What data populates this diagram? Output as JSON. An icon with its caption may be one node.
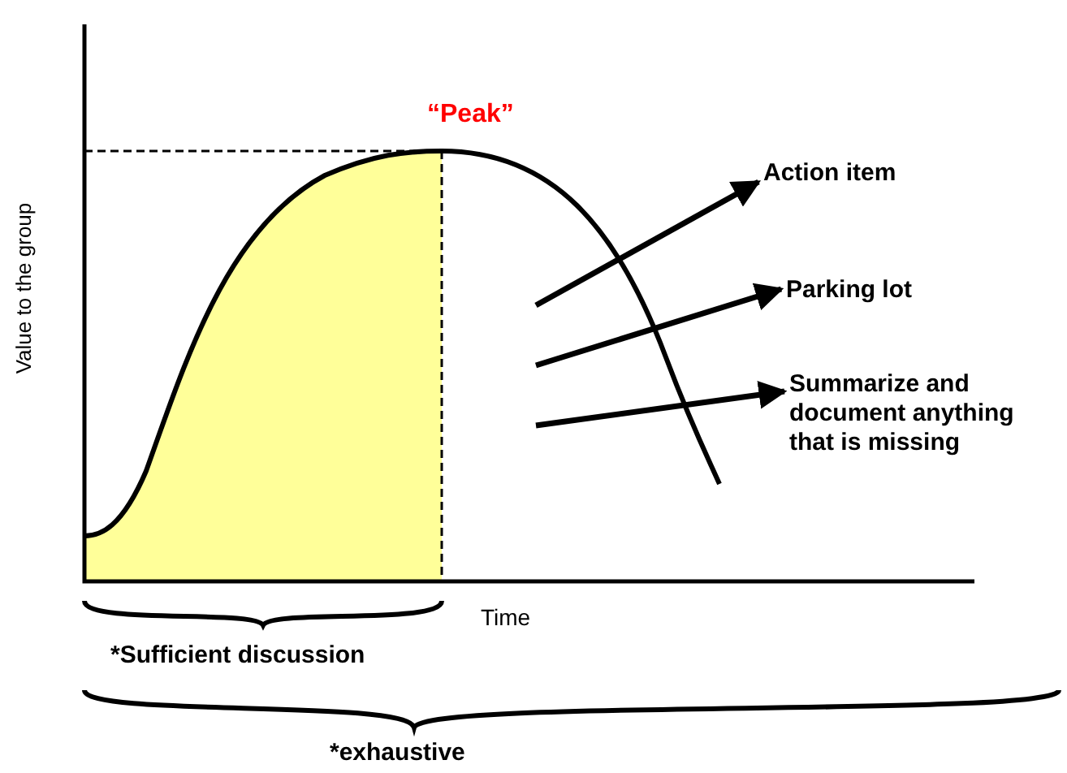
{
  "diagram": {
    "nodes": [
      {
        "text": [
          "Action item"
        ]
      },
      {
        "text": [
          "Parking lot"
        ]
      },
      {
        "text": [
          "Summarize and document anything that is missing"
        ]
      }
    ],
    "edges": [
      {
        "from": null,
        "to": 0,
        "arrow": "to"
      },
      {
        "from": null,
        "to": 1,
        "arrow": "to"
      },
      {
        "from": null,
        "to": 2,
        "arrow": "to"
      }
    ],
    "labels": [
      "“Peak”",
      "Value to the group",
      "Time",
      "*Sufficient discussion",
      "*exhaustive"
    ]
  }
}
